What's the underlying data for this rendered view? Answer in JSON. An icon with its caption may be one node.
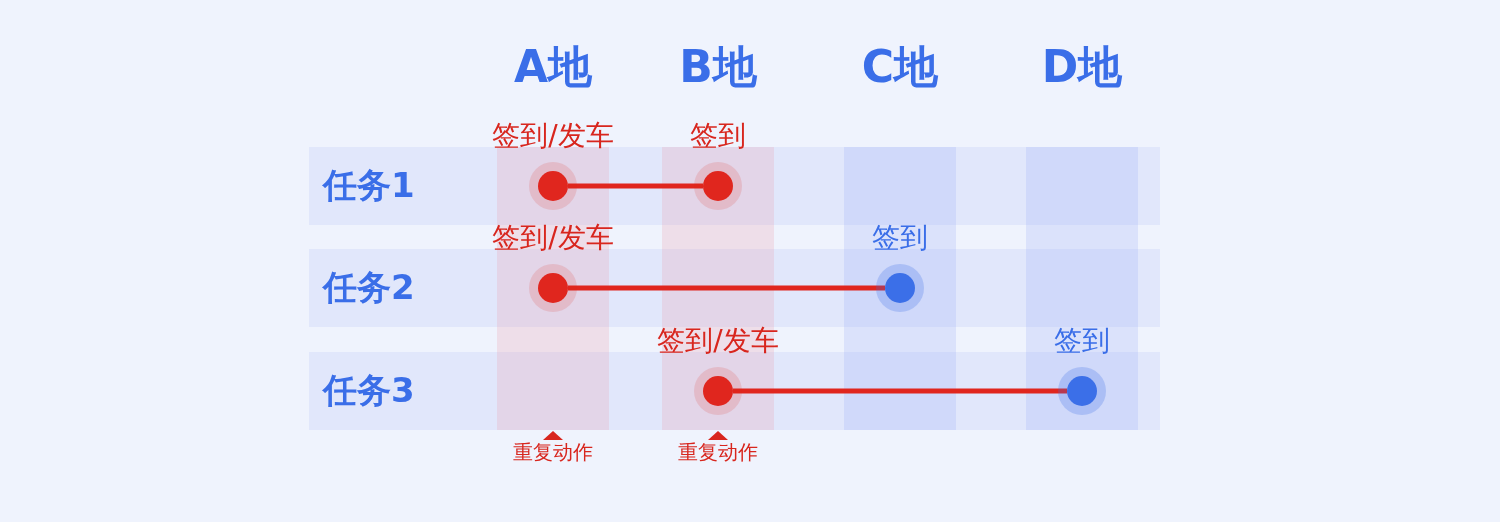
{
  "diagram": {
    "nodes": [
      {
        "text": [
          "任务1"
        ]
      },
      {
        "text": [
          "任务2"
        ]
      },
      {
        "text": [
          "任务3"
        ]
      },
      {
        "text": [
          "签到/发车"
        ],
        "in": 0
      },
      {
        "text": [
          "签到"
        ],
        "in": 0
      },
      {
        "text": [
          "签到/发车"
        ],
        "in": 1
      },
      {
        "text": [
          "签到"
        ],
        "in": 1
      },
      {
        "text": [
          "签到/发车"
        ],
        "in": 2
      },
      {
        "text": [
          "签到"
        ],
        "in": 2
      }
    ],
    "edges": [
      {
        "from": 3,
        "to": 4,
        "arrow": "none"
      },
      {
        "from": 5,
        "to": 6,
        "arrow": "none"
      },
      {
        "from": 7,
        "to": 8,
        "arrow": "none"
      }
    ],
    "labels": [
      "A地",
      "B地",
      "C地",
      "D地",
      "重复动作",
      "重复动作"
    ]
  }
}
